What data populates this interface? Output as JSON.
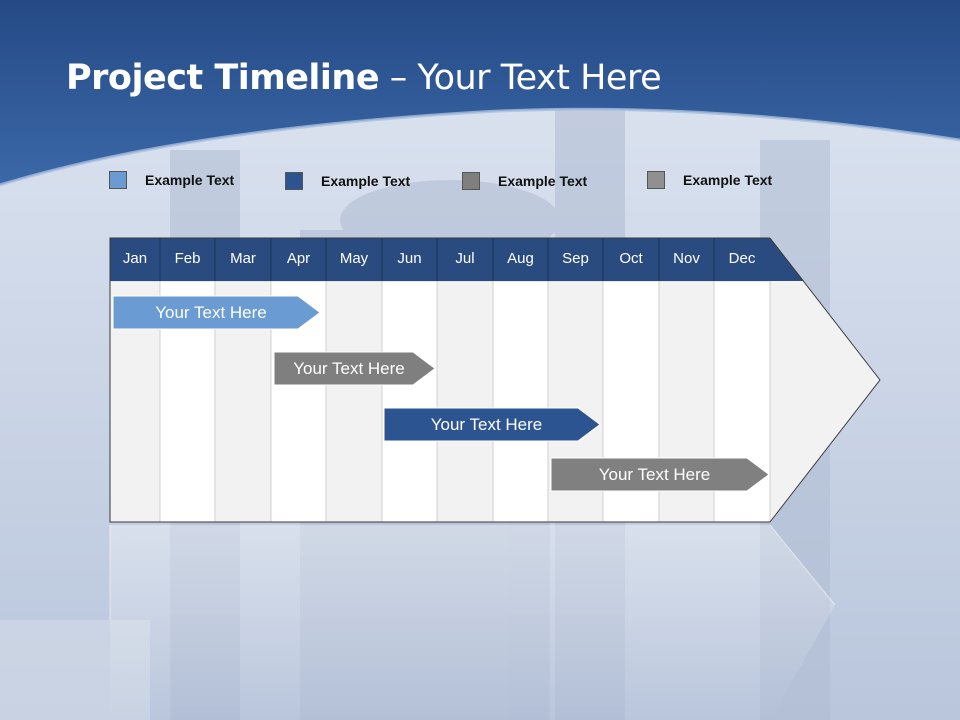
{
  "title": {
    "bold": "Project Timeline",
    "rest": "– Your Text Here"
  },
  "legend": [
    {
      "label": "Example Text",
      "color": "#6a9bd2"
    },
    {
      "label": "Example Text",
      "color": "#2c5490"
    },
    {
      "label": "Example Text",
      "color": "#7f7f7f"
    },
    {
      "label": "Example Text",
      "color": "#909090"
    }
  ],
  "months": [
    "Jan",
    "Feb",
    "Mar",
    "Apr",
    "May",
    "Jun",
    "Jul",
    "Aug",
    "Sep",
    "Oct",
    "Nov",
    "Dec"
  ],
  "tasks": [
    {
      "label": "Your  Text Here",
      "color": "#6a9bd2"
    },
    {
      "label": "Your  Text Here",
      "color": "#7f7f7f"
    },
    {
      "label": "Your  Text Here",
      "color": "#2c5490"
    },
    {
      "label": "Your  Text Here",
      "color": "#808080"
    }
  ],
  "colors": {
    "header": "#2a4b7f",
    "banner": "#2e5c9c"
  }
}
